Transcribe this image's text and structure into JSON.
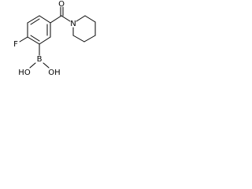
{
  "molecule": {
    "atoms": {
      "fluorine": "F",
      "carbonyl_oxygen": "O",
      "ring_nitrogen": "N",
      "boron": "B",
      "hydroxyl_left": "HO",
      "hydroxyl_right": "OH"
    }
  }
}
